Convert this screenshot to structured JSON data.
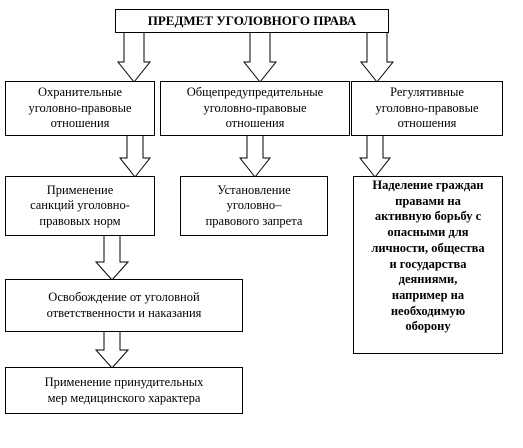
{
  "title": "ПРЕДМЕТ УГОЛОВНОГО ПРАВА",
  "relations": {
    "protective": "Охранительные\nуголовно-правовые\nотношения",
    "preventive": "Общепредупредительные\nуголовно-правовые\nотношения",
    "regulatory": "Регулятивные\nуголовно-правовые\nотношения"
  },
  "outcomes": {
    "sanctions": "Применение\nсанкций уголовно-\nправовых норм",
    "prohibition": "Установление\nуголовно–\nправового запрета",
    "empowerment": "Наделение граждан\nправами на\nактивную борьбу с\nопасными для\nличности, общества\nи государства\nдеяниями,\nнапример на\nнеобходимую\nоборону"
  },
  "release": "Освобождение от уголовной\nответственности и наказания",
  "medical": "Применение принудительных\nмер медицинского характера"
}
